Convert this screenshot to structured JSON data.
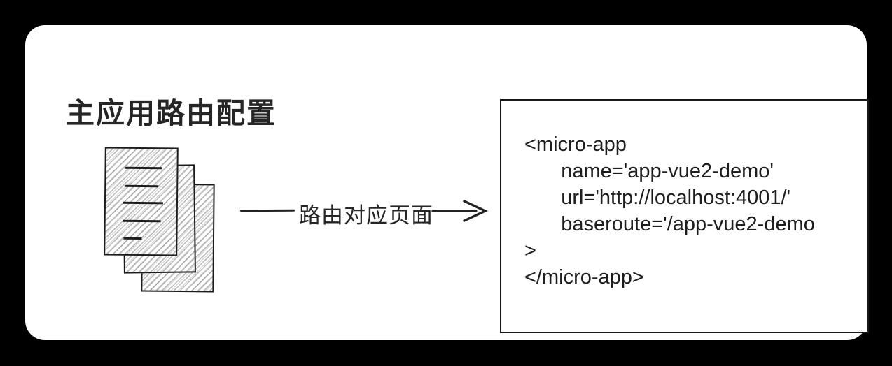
{
  "scene": {
    "title": "主应用路由配置",
    "arrow_label": "路由对应页面"
  },
  "code": {
    "lines": [
      "<micro-app",
      "    name='app-vue2-demo'",
      "    url='http://localhost:4001/'",
      "    baseroute='/app-vue2-demo",
      ">",
      "</micro-app>"
    ]
  },
  "colors": {
    "background": "#000000",
    "card": "#ffffff",
    "stroke": "#1c1c1c",
    "text": "#262626",
    "hatch": "#b0b0b0"
  }
}
